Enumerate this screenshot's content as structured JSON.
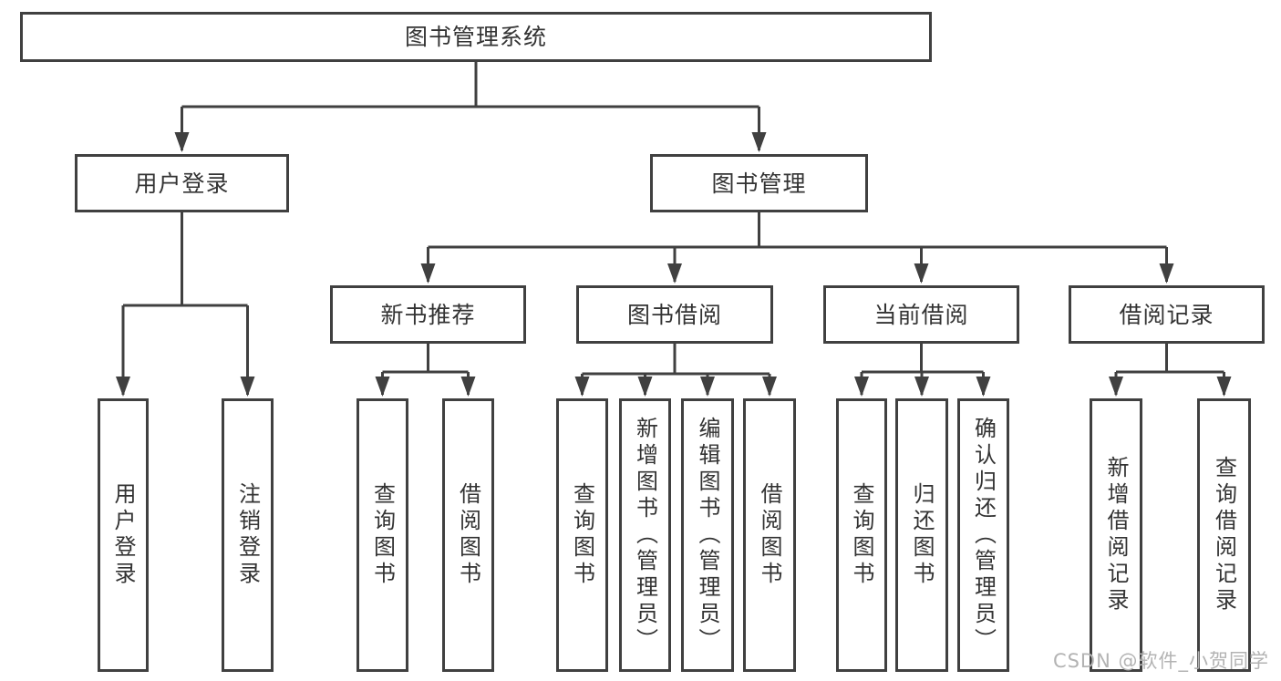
{
  "diagram": {
    "type": "hierarchy-tree",
    "nodes": {
      "root": {
        "label": "图书管理系统"
      },
      "user_login": {
        "label": "用户登录"
      },
      "book_mgmt": {
        "label": "图书管理"
      },
      "new_book_rec": {
        "label": "新书推荐"
      },
      "book_borrow": {
        "label": "图书借阅"
      },
      "current_borrow": {
        "label": "当前借阅"
      },
      "borrow_records": {
        "label": "借阅记录"
      },
      "leaf_user_login": {
        "label": "用户登录"
      },
      "leaf_logout": {
        "label": "注销登录"
      },
      "leaf_nbr_query": {
        "label": "查询图书"
      },
      "leaf_nbr_borrow": {
        "label": "借阅图书"
      },
      "leaf_bb_query": {
        "label": "查询图书"
      },
      "leaf_bb_add": {
        "label": "新增图书（管理员）"
      },
      "leaf_bb_edit": {
        "label": "编辑图书（管理员）"
      },
      "leaf_bb_borrow": {
        "label": "借阅图书"
      },
      "leaf_cb_query": {
        "label": "查询图书"
      },
      "leaf_cb_return": {
        "label": "归还图书"
      },
      "leaf_cb_confirm": {
        "label": "确认归还（管理员）"
      },
      "leaf_br_add": {
        "label": "新增借阅记录"
      },
      "leaf_br_query": {
        "label": "查询借阅记录"
      }
    },
    "edges": [
      [
        "root",
        "user_login"
      ],
      [
        "root",
        "book_mgmt"
      ],
      [
        "user_login",
        "leaf_user_login"
      ],
      [
        "user_login",
        "leaf_logout"
      ],
      [
        "book_mgmt",
        "new_book_rec"
      ],
      [
        "book_mgmt",
        "book_borrow"
      ],
      [
        "book_mgmt",
        "current_borrow"
      ],
      [
        "book_mgmt",
        "borrow_records"
      ],
      [
        "new_book_rec",
        "leaf_nbr_query"
      ],
      [
        "new_book_rec",
        "leaf_nbr_borrow"
      ],
      [
        "book_borrow",
        "leaf_bb_query"
      ],
      [
        "book_borrow",
        "leaf_bb_add"
      ],
      [
        "book_borrow",
        "leaf_bb_edit"
      ],
      [
        "book_borrow",
        "leaf_bb_borrow"
      ],
      [
        "current_borrow",
        "leaf_cb_query"
      ],
      [
        "current_borrow",
        "leaf_cb_return"
      ],
      [
        "current_borrow",
        "leaf_cb_confirm"
      ],
      [
        "borrow_records",
        "leaf_br_add"
      ],
      [
        "borrow_records",
        "leaf_br_query"
      ]
    ]
  },
  "watermark": "CSDN @软件_小贺同学",
  "colors": {
    "line": "#404040",
    "text": "#333333",
    "watermark": "#b3b3b3",
    "background": "#ffffff"
  }
}
